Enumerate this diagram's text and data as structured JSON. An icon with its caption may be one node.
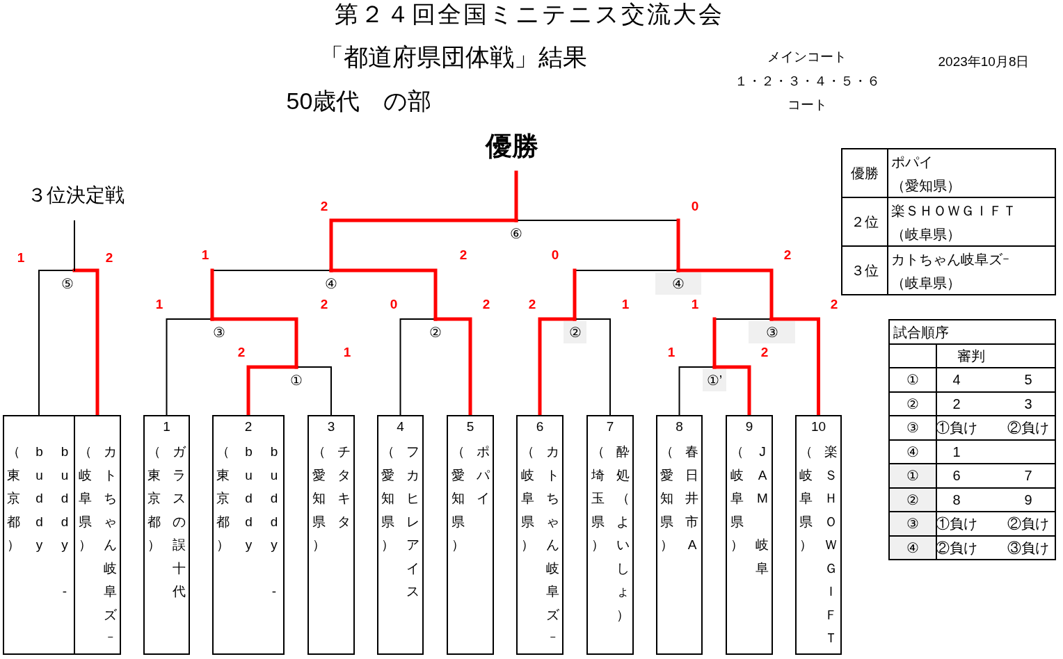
{
  "diagram": {
    "title": "第２４回全国ミニテニス交流大会",
    "nodes": [
      {
        "text": [
          "優勝"
        ]
      },
      {
        "text": [
          "３位決定戦"
        ]
      },
      {
        "text": [
          "⑥"
        ]
      },
      {
        "text": [
          "⑤"
        ]
      },
      {
        "text": [
          "④"
        ]
      },
      {
        "text": [
          "④"
        ]
      },
      {
        "text": [
          "③"
        ]
      },
      {
        "text": [
          "②"
        ]
      },
      {
        "text": [
          "②"
        ]
      },
      {
        "text": [
          "③"
        ]
      },
      {
        "text": [
          "①"
        ]
      },
      {
        "text": [
          "①’"
        ]
      },
      {
        "text": [
          "（東京都）",
          "buddy",
          "buddy -"
        ]
      },
      {
        "text": [
          "（岐阜県）",
          "カトちゃん岐阜ズｰ"
        ]
      },
      {
        "text": [
          "1",
          "（東京都）",
          "ガラスの誤十代"
        ]
      },
      {
        "text": [
          "2",
          "（東京都）",
          "buddy",
          "buddy -"
        ]
      },
      {
        "text": [
          "3",
          "（愛知県）",
          "チタキタ"
        ]
      },
      {
        "text": [
          "4",
          "（愛知県）",
          "フカヒレアイス"
        ]
      },
      {
        "text": [
          "5",
          "（愛知県）",
          "ポパイ"
        ]
      },
      {
        "text": [
          "6",
          "（岐阜県）",
          "カトちゃん岐阜ズｰ"
        ]
      },
      {
        "text": [
          "7",
          "（埼玉県）",
          "酔処（よいしょ）"
        ]
      },
      {
        "text": [
          "8",
          "（愛知県）",
          "春日井市A"
        ]
      },
      {
        "text": [
          "9",
          "（岐阜県）",
          "JAM 岐阜"
        ]
      },
      {
        "text": [
          "10",
          "（岐阜県）",
          "楽ＳＨＯＷＧＩＦＴ"
        ]
      }
    ],
    "edges": [
      {
        "from": 12,
        "to": 3,
        "arrow": "none",
        "label": "1"
      },
      {
        "from": 13,
        "to": 3,
        "arrow": "none",
        "label": "2",
        "style": "thick",
        "color": "#ff0000"
      },
      {
        "from": 3,
        "to": 1,
        "arrow": "none"
      },
      {
        "from": 15,
        "to": 10,
        "arrow": "none",
        "label": "2",
        "style": "thick",
        "color": "#ff0000"
      },
      {
        "from": 16,
        "to": 10,
        "arrow": "none",
        "label": "1"
      },
      {
        "from": 14,
        "to": 6,
        "arrow": "none",
        "label": "1"
      },
      {
        "from": 10,
        "to": 6,
        "arrow": "none",
        "label": "2",
        "style": "thick",
        "color": "#ff0000"
      },
      {
        "from": 17,
        "to": 7,
        "arrow": "none",
        "label": "0"
      },
      {
        "from": 18,
        "to": 7,
        "arrow": "none",
        "label": "2",
        "style": "thick",
        "color": "#ff0000"
      },
      {
        "from": 6,
        "to": 4,
        "arrow": "none",
        "label": "1"
      },
      {
        "from": 7,
        "to": 4,
        "arrow": "none",
        "label": "2",
        "style": "thick",
        "color": "#ff0000"
      },
      {
        "from": 19,
        "to": 8,
        "arrow": "none",
        "label": "2",
        "style": "thick",
        "color": "#ff0000"
      },
      {
        "from": 20,
        "to": 8,
        "arrow": "none",
        "label": "1"
      },
      {
        "from": 21,
        "to": 11,
        "arrow": "none",
        "label": "1"
      },
      {
        "from": 22,
        "to": 11,
        "arrow": "none",
        "label": "2",
        "style": "thick",
        "color": "#ff0000"
      },
      {
        "from": 11,
        "to": 9,
        "arrow": "none",
        "label": "1"
      },
      {
        "from": 23,
        "to": 9,
        "arrow": "none",
        "label": "2",
        "style": "thick",
        "color": "#ff0000"
      },
      {
        "from": 8,
        "to": 5,
        "arrow": "none",
        "label": "0"
      },
      {
        "from": 9,
        "to": 5,
        "arrow": "none",
        "label": "2",
        "style": "thick",
        "color": "#ff0000"
      },
      {
        "from": 4,
        "to": 2,
        "arrow": "none",
        "label": "2",
        "style": "thick",
        "color": "#ff0000"
      },
      {
        "from": 5,
        "to": 2,
        "arrow": "none",
        "label": "0"
      },
      {
        "from": 2,
        "to": 0,
        "arrow": "none",
        "style": "thick",
        "color": "#ff0000"
      }
    ],
    "labels": [
      "「都道府県団体戦」結果",
      "50歳代　の部",
      "メインコート",
      "１・２・３・４・５・６",
      "コート",
      "2023年10月8日",
      "優勝",
      "ポパイ",
      "（愛知県）",
      "２位",
      "楽ＳＨＯＷＧＩＦＴ",
      "（岐阜県）",
      "３位",
      "カトちゃん岐阜ズｰ",
      "（岐阜県）",
      "試合順序",
      "審判",
      "①",
      "4",
      "5",
      "②",
      "2",
      "3",
      "③",
      "①負け",
      "②負け",
      "④",
      "1",
      "①",
      "6",
      "7",
      "②",
      "8",
      "9",
      "③",
      "①負け",
      "②負け",
      "④",
      "②負け",
      "③負け"
    ]
  }
}
